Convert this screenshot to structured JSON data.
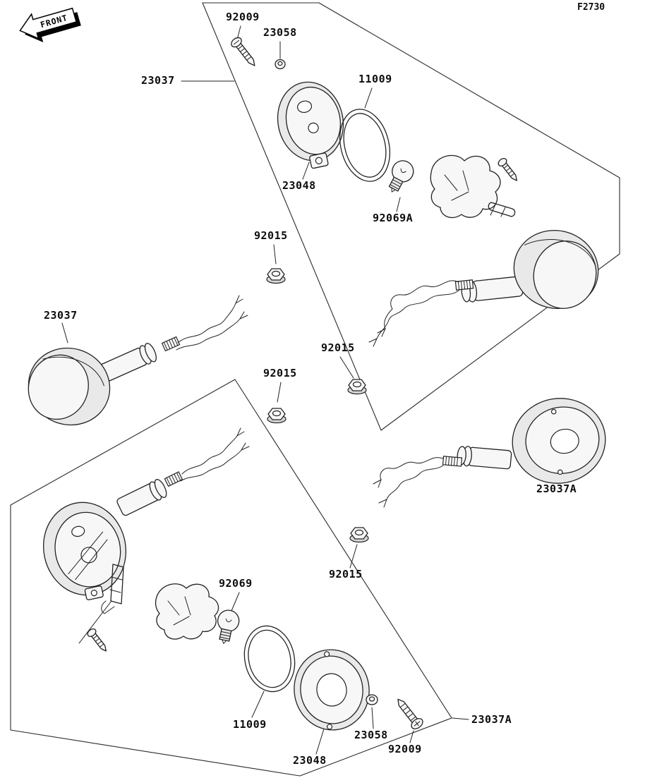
{
  "figure": {
    "code": "F2730",
    "front_badge": "FRONT"
  },
  "colors": {
    "ink": "#222222",
    "background": "#ffffff"
  },
  "labels": [
    {
      "part_no": "92009"
    },
    {
      "part_no": "23058"
    },
    {
      "part_no": "23037"
    },
    {
      "part_no": "11009"
    },
    {
      "part_no": "23048"
    },
    {
      "part_no": "92069A"
    },
    {
      "part_no": "92015"
    },
    {
      "part_no": "23037"
    },
    {
      "part_no": "92015"
    },
    {
      "part_no": "92015"
    },
    {
      "part_no": "23037A"
    },
    {
      "part_no": "92015"
    },
    {
      "part_no": "92069"
    },
    {
      "part_no": "11009"
    },
    {
      "part_no": "23058"
    },
    {
      "part_no": "92009"
    },
    {
      "part_no": "23048"
    },
    {
      "part_no": "23037A"
    }
  ]
}
